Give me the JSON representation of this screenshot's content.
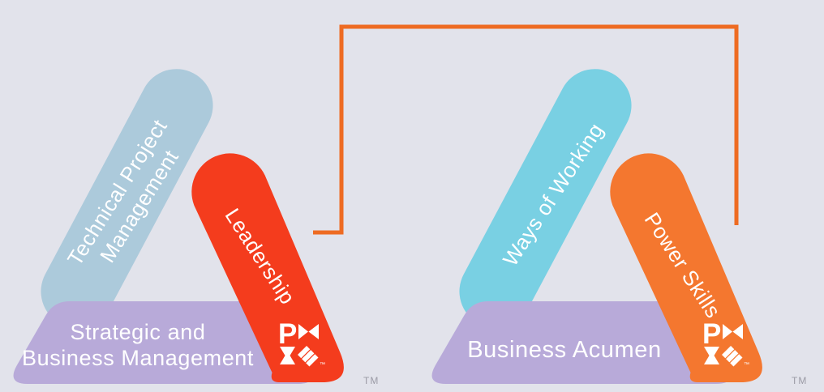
{
  "page": {
    "background": "#e2e3eb"
  },
  "connector": {
    "color": "#ee6b22"
  },
  "shared": {
    "trademark": "TM",
    "text_color": "#ffffff",
    "tm_color": "#9b9ba6",
    "logo_color": "#ffffff",
    "logo_p": "P",
    "logo_tm": "™"
  },
  "left_triangle": {
    "side_left": {
      "line1": "Technical Project",
      "line2": "Management",
      "color": "#accadb"
    },
    "side_right": {
      "label": "Leadership",
      "color": "#f43c1d"
    },
    "bottom": {
      "line1": "Strategic and",
      "line2": "Business Management",
      "color": "#b8aad9"
    }
  },
  "right_triangle": {
    "side_left": {
      "label": "Ways of Working",
      "color": "#79d0e3"
    },
    "side_right": {
      "label": "Power Skills",
      "color": "#f4772f"
    },
    "bottom": {
      "label": "Business Acumen",
      "color": "#b8aad9"
    }
  }
}
